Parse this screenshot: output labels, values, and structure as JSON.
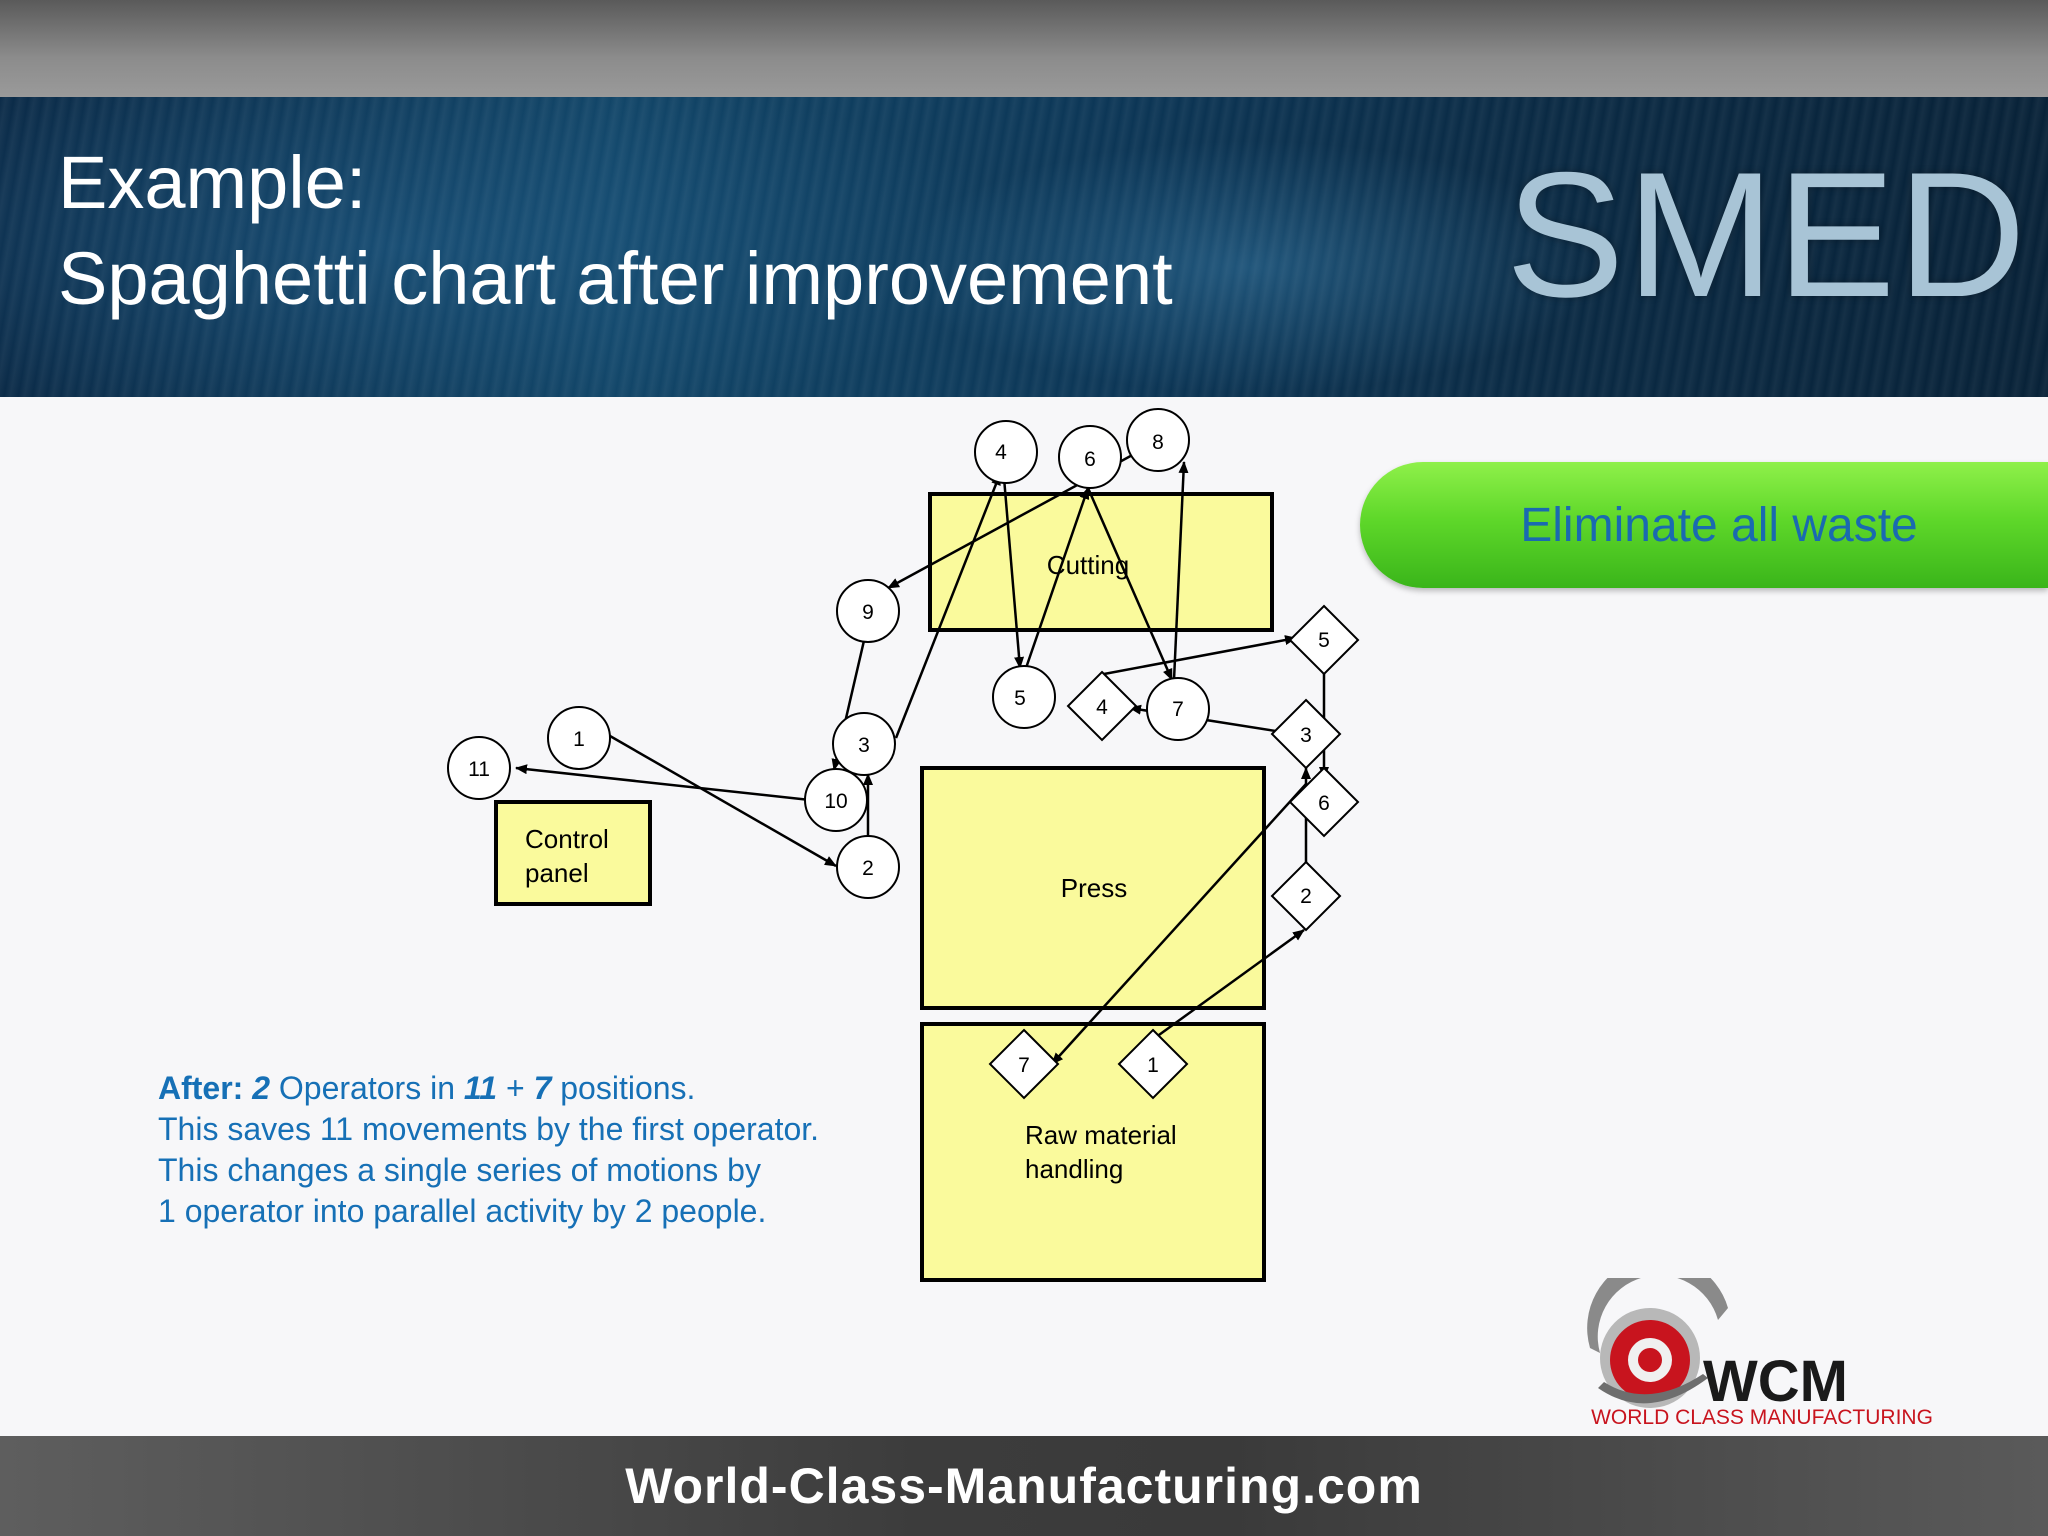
{
  "header": {
    "title_line1": "Example:",
    "title_line2": "Spaghetti chart after improvement",
    "brand_word": "SMED"
  },
  "callout": {
    "label": "Eliminate all waste"
  },
  "diagram": {
    "areas": {
      "cutting": "Cutting",
      "control_line1": "Control",
      "control_line2": "panel",
      "press": "Press",
      "raw_line1": "Raw material",
      "raw_line2": "handling"
    },
    "operator1_positions": [
      "1",
      "2",
      "3",
      "4",
      "5",
      "6",
      "7",
      "8",
      "9",
      "10",
      "11"
    ],
    "operator2_positions": [
      "1",
      "2",
      "3",
      "4",
      "5",
      "6",
      "7"
    ]
  },
  "note": {
    "line1_after": "After:",
    "line1_n_ops": "2",
    "line1_ops": "Operators in",
    "line1_a": "11",
    "line1_plus": "+",
    "line1_b": "7",
    "line1_end": "positions.",
    "line2": "This saves 11 movements by the first operator.",
    "line3": "This changes a single series of motions by",
    "line4": "1 operator into parallel activity by 2 people."
  },
  "logo": {
    "mark": "WCM",
    "tagline": "WORLD CLASS MANUFACTURING"
  },
  "footer": {
    "url": "World-Class-Manufacturing.com"
  },
  "colors": {
    "banner": "#0c3656",
    "area_fill": "#fafa9c",
    "pill": "#5fd82a",
    "note_text": "#1670b6",
    "logo_red": "#c8141e"
  }
}
